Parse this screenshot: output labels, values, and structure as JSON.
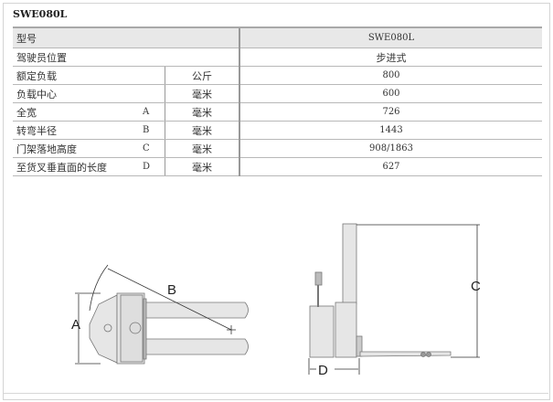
{
  "title": "SWE080L",
  "table": {
    "header": {
      "label": "型号",
      "value": "SWE080L"
    },
    "rows": [
      {
        "label": "驾驶员位置",
        "letter": "",
        "unit": "",
        "value": "步进式",
        "merged": true
      },
      {
        "label": "额定负载",
        "letter": "",
        "unit": "公斤",
        "value": "800"
      },
      {
        "label": "负载中心",
        "letter": "",
        "unit": "毫米",
        "value": "600"
      },
      {
        "label": "全宽",
        "letter": "A",
        "unit": "毫米",
        "value": "726"
      },
      {
        "label": "转弯半径",
        "letter": "B",
        "unit": "毫米",
        "value": "1443"
      },
      {
        "label": "门架落地高度",
        "letter": "C",
        "unit": "毫米",
        "value": "908/1863"
      },
      {
        "label": "至货叉垂直面的长度",
        "letter": "D",
        "unit": "毫米",
        "value": "627"
      }
    ]
  },
  "diagram": {
    "labels": {
      "a": "A",
      "b": "B",
      "c": "C",
      "d": "D"
    }
  }
}
